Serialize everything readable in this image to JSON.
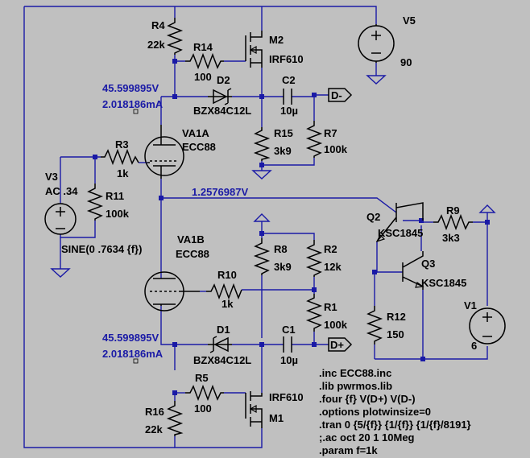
{
  "annotations": {
    "v_top": "45.599895V",
    "i_top": "2.018186mA",
    "v_bot": "45.599895V",
    "i_bot": "2.018186mA",
    "v_grid": "1.2576987V"
  },
  "components": {
    "R4": {
      "ref": "R4",
      "value": "22k"
    },
    "R14": {
      "ref": "R14",
      "value": "100"
    },
    "M2": {
      "ref": "M2",
      "value": "IRF610"
    },
    "V5": {
      "ref": "V5",
      "value": "90"
    },
    "D2": {
      "ref": "D2",
      "value": "BZX84C12L"
    },
    "C2": {
      "ref": "C2",
      "value": "10µ"
    },
    "R15": {
      "ref": "R15",
      "value": "3k9"
    },
    "R7": {
      "ref": "R7",
      "value": "100k"
    },
    "VA1A": {
      "ref": "VA1A",
      "value": "ECC88"
    },
    "R3": {
      "ref": "R3",
      "value": "1k"
    },
    "V3": {
      "ref": "V3",
      "value": "AC .34",
      "wave": "SINE(0 .7634 {f})"
    },
    "R11": {
      "ref": "R11",
      "value": "100k"
    },
    "Q2": {
      "ref": "Q2",
      "value": "KSC1845"
    },
    "R9": {
      "ref": "R9",
      "value": "3k3"
    },
    "Q3": {
      "ref": "Q3",
      "value": "KSC1845"
    },
    "VA1B": {
      "ref": "VA1B",
      "value": "ECC88"
    },
    "R8": {
      "ref": "R8",
      "value": "3k9"
    },
    "R2": {
      "ref": "R2",
      "value": "12k"
    },
    "R10": {
      "ref": "R10",
      "value": "1k"
    },
    "R1": {
      "ref": "R1",
      "value": "100k"
    },
    "R12": {
      "ref": "R12",
      "value": "150"
    },
    "V1": {
      "ref": "V1",
      "value": "6"
    },
    "D1": {
      "ref": "D1",
      "value": "BZX84C12L"
    },
    "C1": {
      "ref": "C1",
      "value": "10µ"
    },
    "R5": {
      "ref": "R5",
      "value": "100"
    },
    "M1": {
      "ref": "M1",
      "value": "IRF610"
    },
    "R16": {
      "ref": "R16",
      "value": "22k"
    }
  },
  "net_labels": {
    "d_minus": "D-",
    "d_plus": "D+"
  },
  "directives": [
    ".inc ECC88.inc",
    ".lib pwrmos.lib",
    ".four {f} V(D+) V(D-)",
    ".options plotwinsize=0",
    ".tran 0 {5/{f}} {1/{f}} {1/{f}/8191}",
    ";.ac oct 20 1 10Meg",
    ".param f=1k"
  ]
}
